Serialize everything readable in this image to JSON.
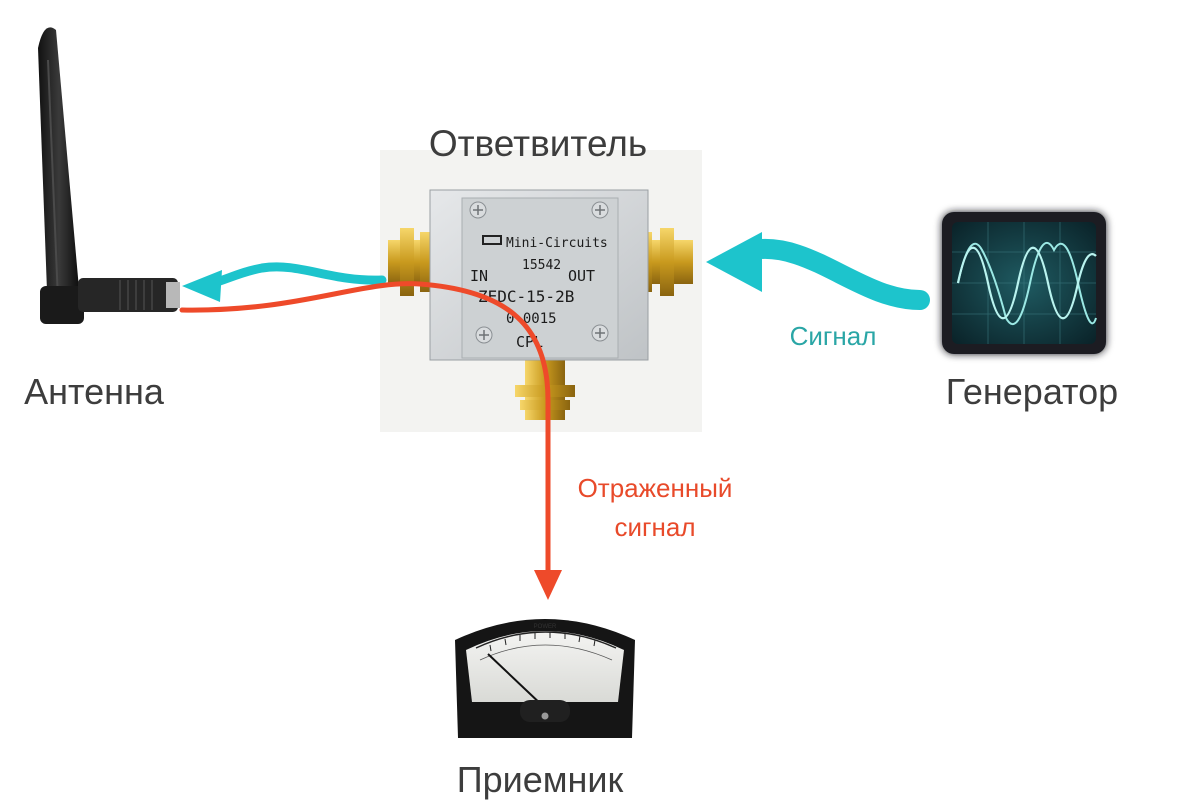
{
  "labels": {
    "coupler": "Ответвитель",
    "antenna": "Антенна",
    "generator": "Генератор",
    "receiver": "Приемник",
    "signal": "Сигнал",
    "reflected_line1": "Отраженный",
    "reflected_line2": "сигнал"
  },
  "coupler_markings": {
    "brand": "Mini-Circuits",
    "serial": "15542",
    "port_in": "IN",
    "port_out": "OUT",
    "model": "ZEDC-15-2B",
    "lot": "0 0015",
    "port_cpl": "CPL"
  },
  "meter_markings": {
    "title": "POWER"
  },
  "colors": {
    "signal_path": "#1dc4cc",
    "reflected_path": "#ee4a2a",
    "signal_text": "#2aa6a6",
    "reflected_text": "#e84a2a",
    "label_text": "#3d3d3d"
  }
}
